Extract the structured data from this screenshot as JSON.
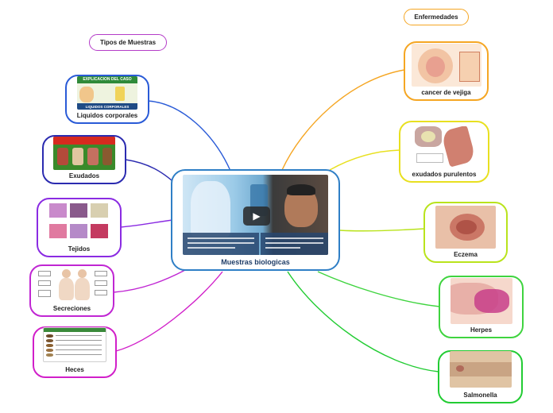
{
  "central": {
    "title": "Muestras biologicas",
    "media": "video-thumbnail",
    "play_icon": "play-icon"
  },
  "section_titles": {
    "left": "Tipos de Muestras",
    "right": "Enfermedades"
  },
  "left_nodes": [
    {
      "label": "Liquidos corporales",
      "color": "#2a5bd7",
      "thumb_text": "EXPLICACION DEL CASO",
      "thumb_sub": "LIQUIDOS CORPORALES"
    },
    {
      "label": "Exudados",
      "color": "#2b2bb0"
    },
    {
      "label": "Tejidos",
      "color": "#8a2be2"
    },
    {
      "label": "Secreciones",
      "color": "#c026d3"
    },
    {
      "label": "Heces",
      "color": "#d11fc9"
    }
  ],
  "right_nodes": [
    {
      "label": "cancer de vejiga",
      "color": "#f5a623"
    },
    {
      "label": "exudados purulentos",
      "color": "#e8e020"
    },
    {
      "label": "Eczema",
      "color": "#b9e31c"
    },
    {
      "label": "Herpes",
      "color": "#3fd43f"
    },
    {
      "label": "Salmonella",
      "color": "#22cc33"
    }
  ],
  "colors": {
    "central_border": "#2f7fc6",
    "left_title": "#b43cc8",
    "right_title": "#f5a623"
  }
}
